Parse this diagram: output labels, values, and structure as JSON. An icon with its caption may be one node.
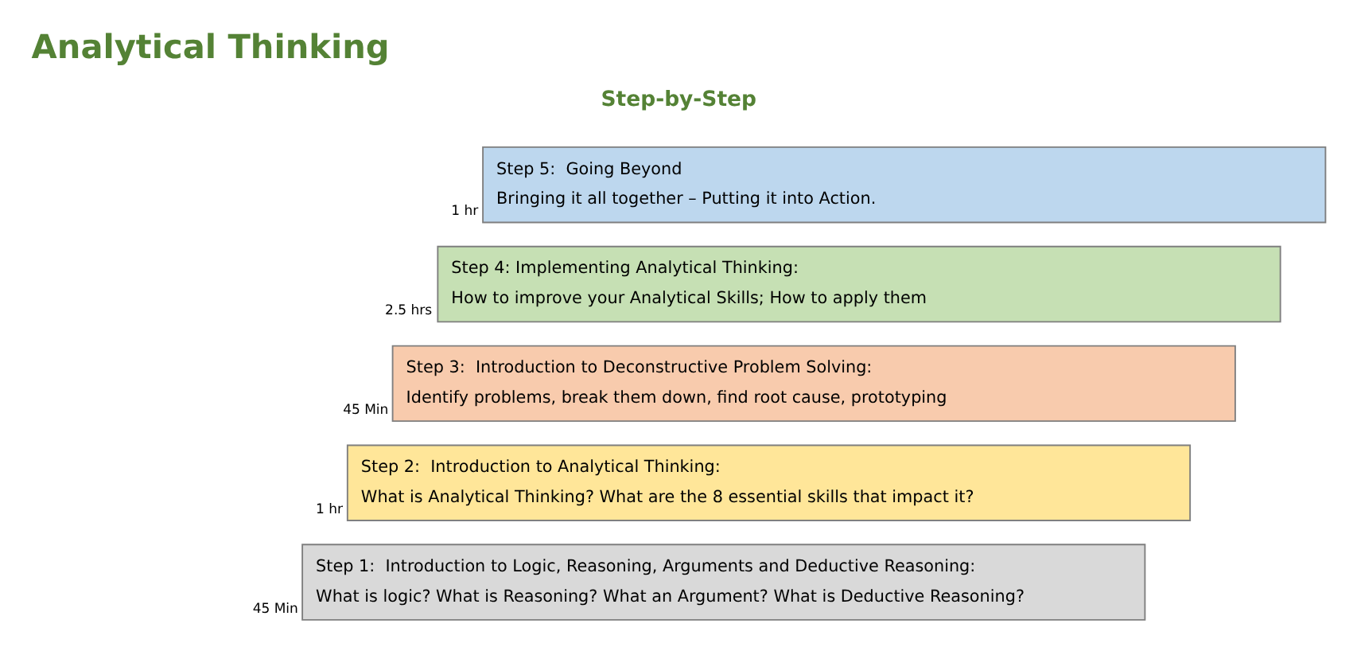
{
  "diagram": {
    "title": "Analytical Thinking",
    "nodes": [
      {
        "text": [
          "Step 5:  Going Beyond",
          "Bringing it all together – Putting it into Action."
        ],
        "beside": [
          "1 hr"
        ]
      },
      {
        "text": [
          "Step 4: Implementing Analytical Thinking:",
          "How to improve your Analytical Skills; How to apply them"
        ],
        "beside": [
          "2.5 hrs"
        ]
      },
      {
        "text": [
          "Step 3:  Introduction to Deconstructive Problem Solving:",
          "Identify problems, break them down, find root cause, prototyping"
        ],
        "beside": [
          "45 Min"
        ]
      },
      {
        "text": [
          "Step 2:  Introduction to Analytical Thinking:",
          "What is Analytical Thinking? What are the 8 essential skills that impact it?"
        ],
        "beside": [
          "1 hr"
        ]
      },
      {
        "text": [
          "Step 1:  Introduction to Logic, Reasoning, Arguments and Deductive Reasoning:",
          "What is logic? What is Reasoning? What an Argument? What is Deductive Reasoning?"
        ],
        "beside": [
          "45 Min"
        ]
      }
    ],
    "edges": [],
    "labels": [
      "Step-by-Step"
    ]
  }
}
